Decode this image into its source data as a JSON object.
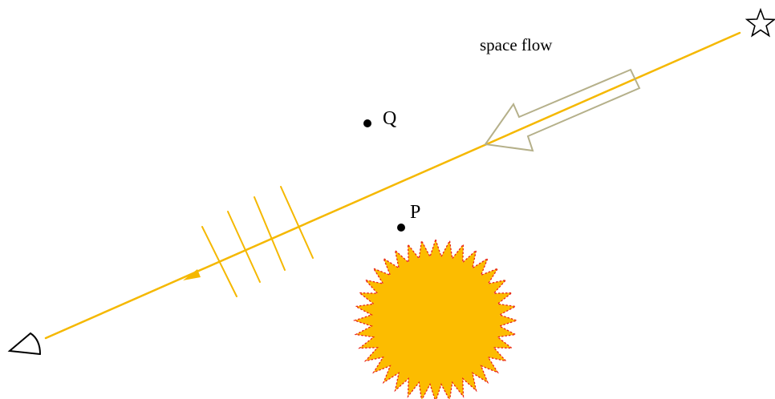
{
  "labels": {
    "space_flow": "space flow",
    "point_q": "Q",
    "point_p": "P"
  },
  "colors": {
    "light_ray": "#f5b800",
    "wavefront": "#f5b800",
    "sun_fill": "#fcbc00",
    "sun_outline": "#e8231a",
    "flow_arrow": "#b5b08a",
    "ink": "#000000",
    "background": "#ffffff"
  },
  "icons": {
    "source": "star-icon",
    "observer": "eye-icon",
    "mass": "sun-icon"
  }
}
